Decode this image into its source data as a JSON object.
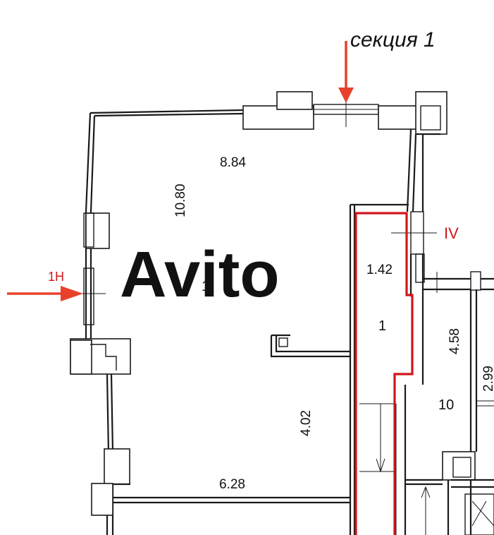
{
  "plan": {
    "section_label": "секция 1",
    "entrance_label": "1Н",
    "axis_label": "IV",
    "dimensions": {
      "top_width": "8.84",
      "left_height": "10.80",
      "lower_height": "4.02",
      "bottom_width": "6.28",
      "corridor_width": "1.42",
      "right_height": "4.58",
      "far_right_height": "2.99"
    },
    "rooms": {
      "main_room": "1",
      "corridor_room": "1",
      "right_room": "10"
    },
    "colors": {
      "highlight": "#d0161c",
      "arrow": "#e8412b",
      "walls": "#1a1a1a"
    }
  }
}
